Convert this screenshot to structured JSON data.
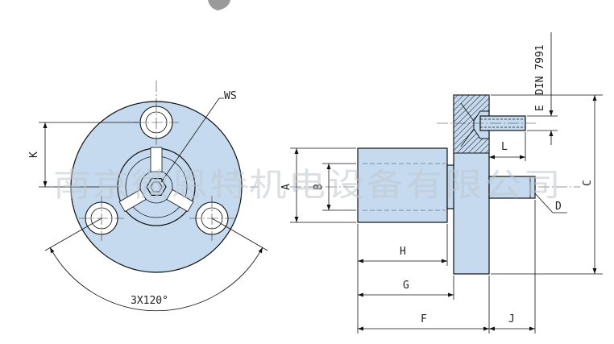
{
  "labels": {
    "ws": "WS",
    "k": "K",
    "angle": "3X120°",
    "a": "A",
    "b": "B",
    "c": "C",
    "d": "D",
    "e": "E",
    "din": "DIN 7991",
    "f": "F",
    "g": "G",
    "h": "H",
    "j": "J",
    "l": "L"
  },
  "watermark": "南京微恩特机电设备有限公司",
  "colors": {
    "part_fill": "#c5d9ef",
    "outline": "#111111",
    "watermark": "#bfc6cc"
  }
}
